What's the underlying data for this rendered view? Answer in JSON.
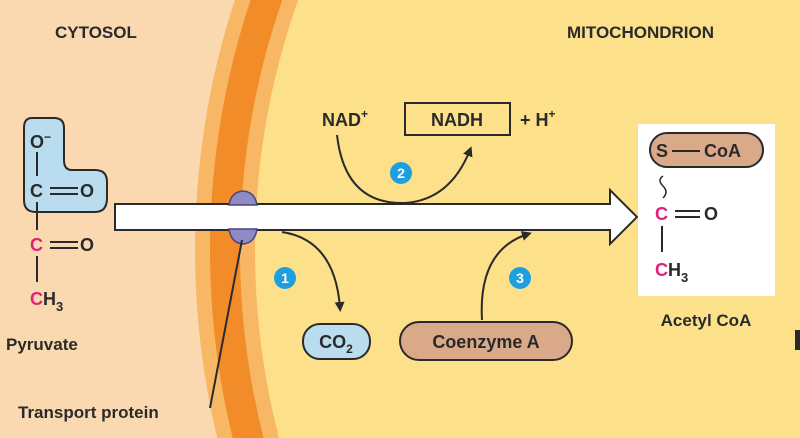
{
  "regions": {
    "cytosol": "CYTOSOL",
    "mitochondrion": "MITOCHONDRION"
  },
  "pyruvate": {
    "label": "Pyruvate",
    "atoms": {
      "o_minus": "O",
      "minus": "−",
      "c1": "C",
      "o1": "O",
      "c2": "C",
      "o2": "O",
      "c3": "C",
      "h3": "H",
      "h3_sub": "3"
    }
  },
  "transport_protein": {
    "label": "Transport protein"
  },
  "reaction": {
    "nad": "NAD",
    "nad_sup": "+",
    "nadh": "NADH",
    "h_plus": "+ H",
    "h_sup": "+",
    "co2": "CO",
    "co2_sub": "2",
    "coenzyme_a": "Coenzyme A",
    "steps": [
      "1",
      "2",
      "3"
    ]
  },
  "acetyl_coa": {
    "label": "Acetyl CoA",
    "s_coa": "S",
    "coa": "CoA",
    "atoms": {
      "c1": "C",
      "o1": "O",
      "c2": "C",
      "h3": "H",
      "h3_sub": "3"
    }
  },
  "colors": {
    "cytosol": "#fbd9b0",
    "mitochondrion": "#fde08a",
    "membrane_outer": "#f8b765",
    "membrane_inner": "#f28c28",
    "carbon_highlight": "#e0207a",
    "step_badge": "#1ea0e0"
  }
}
